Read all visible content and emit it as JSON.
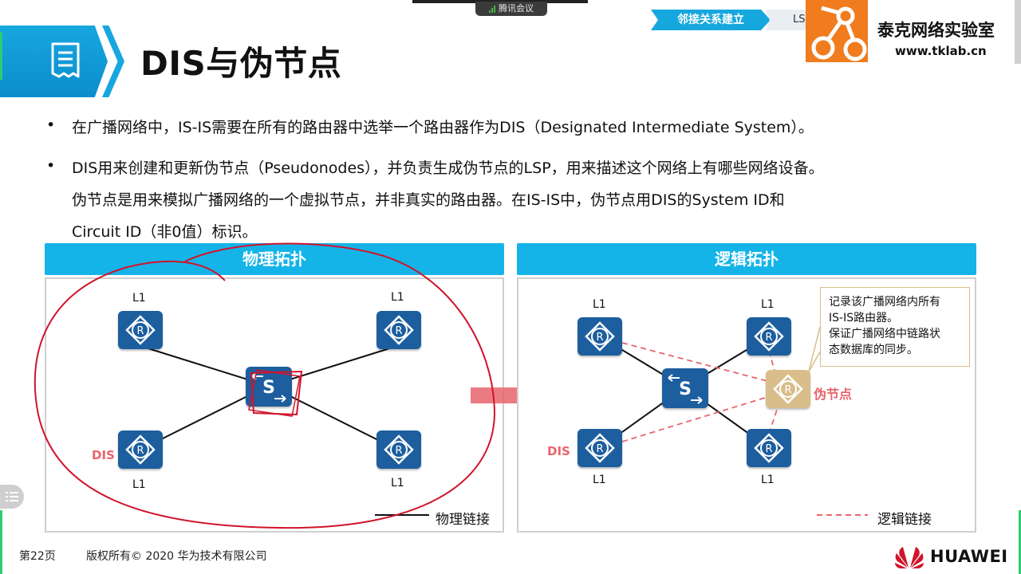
{
  "meeting": {
    "app_name": "腾讯会议"
  },
  "breadcrumb": {
    "active": "邻接关系建立",
    "next": "LS"
  },
  "brand": {
    "name": "泰克网络实验室",
    "url": "www.tklab.cn"
  },
  "title": "DIS与伪节点",
  "bullets": [
    {
      "lines": [
        "在广播网络中，IS-IS需要在所有的路由器中选举一个路由器作为DIS（Designated Intermediate System）。"
      ]
    },
    {
      "lines": [
        "DIS用来创建和更新伪节点（Pseudonodes），并负责生成伪节点的LSP，用来描述这个网络上有哪些网络设备。",
        "伪节点是用来模拟广播网络的一个虚拟节点，并非真实的路由器。在IS-IS中，伪节点用DIS的System  ID和",
        "Circuit ID（非0值）标识。"
      ]
    }
  ],
  "physical": {
    "header": "物理拓扑",
    "level_label": "L1",
    "dis_label": "DIS",
    "switch_label": "S",
    "router_label": "R",
    "legend": "物理链接"
  },
  "logical": {
    "header": "逻辑拓扑",
    "level_label": "L1",
    "dis_label": "DIS",
    "switch_label": "S",
    "router_label": "R",
    "pseudo_label": "伪节点",
    "legend": "逻辑链接",
    "callout": [
      "记录该广播网络内所有",
      "IS-IS路由器。",
      "保证广播网络中链路状",
      "态数据库的同步。"
    ]
  },
  "footer": {
    "page": "第22页",
    "copyright": "版权所有© 2020 华为技术有限公司",
    "vendor": "HUAWEI"
  },
  "colors": {
    "accent": "#14b4e8",
    "router": "#1c5e9e",
    "pseudo": "#d9bd8a",
    "dis": "#e8646c",
    "annotation": "#d0142b"
  }
}
